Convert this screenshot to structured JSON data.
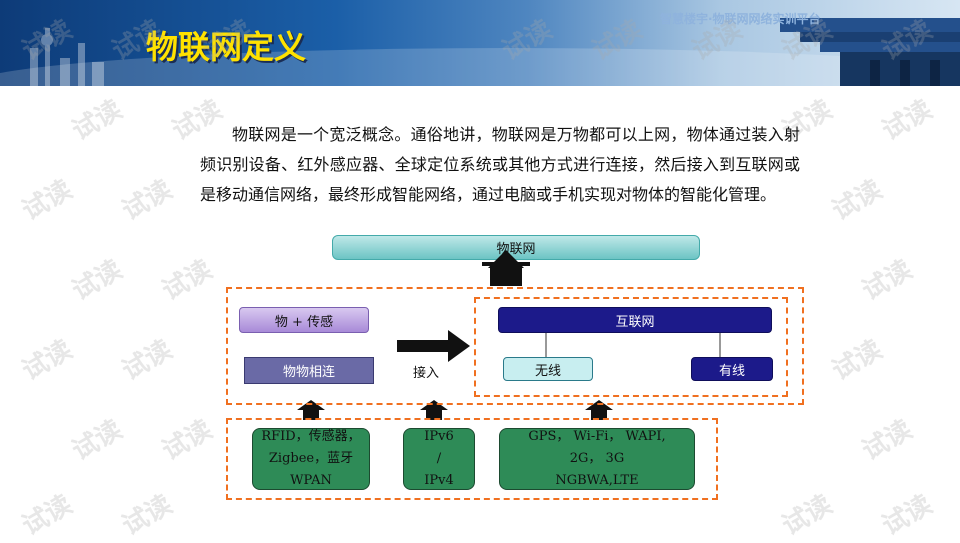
{
  "header": {
    "title": "物联网定义",
    "brand": "智慧楼宇·物联网网络实训平台"
  },
  "watermark": "试读",
  "paragraph": "物联网是一个宽泛概念。通俗地讲，物联网是万物都可以上网，物体通过装入射频识别设备、红外感应器、全球定位系统或其他方式进行连接，然后接入到互联网或是移动通信网络，最终形成智能网络，通过电脑或手机实现对物体的智能化管理。",
  "diagram": {
    "top": "物联网",
    "left_top": "物 + 传感",
    "left_bottom": "物物相连",
    "arrow_label": "接入",
    "internet": "互联网",
    "wireless": "无线",
    "wired": "有线",
    "bottom_1": [
      "RFID，传感器，",
      "Zigbee，蓝牙",
      "WPAN"
    ],
    "bottom_2": [
      "IPv6",
      "/",
      "IPv4"
    ],
    "bottom_3": [
      "GPS， Wi-Fi， WAPI,",
      "2G， 3G",
      "NGBWA,LTE"
    ]
  },
  "colors": {
    "title": "#ffe200",
    "dashed_border": "#f07020",
    "internet_box": "#1c1a8a",
    "bottom_boxes": "#2e8b57"
  }
}
